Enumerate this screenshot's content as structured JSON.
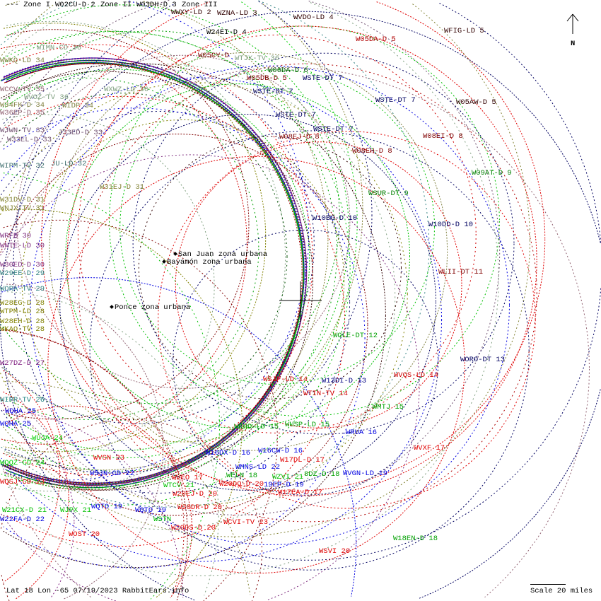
{
  "legend": [
    "--- Zone I",
    "W02CU-D 2",
    "Zone II",
    "W03DH-D 3",
    "Zone III"
  ],
  "compass": "N",
  "footer": {
    "info": "Lat 18 Lon -65 07/19/2023 RabbitEars.info",
    "scale": "Scale 20 miles"
  },
  "cities": [
    "San Juan zona urbana",
    "Bayamón zona urbana",
    "Ponce zona urbana"
  ],
  "stations": [
    {
      "label": "WWXY-LD 2",
      "color": "#300000"
    },
    {
      "label": "WZNA-LD 3",
      "color": "#300000"
    },
    {
      "label": "WVDO-LD 4",
      "color": "#300000"
    },
    {
      "label": "WFIG-LD 5",
      "color": "#300000"
    },
    {
      "label": "W24EI-D 4",
      "color": "#000000"
    },
    {
      "label": "W05DA-D 5",
      "color": "#b00000"
    },
    {
      "label": "WIMN-CD 36",
      "color": "#7f9f7f"
    },
    {
      "label": "W05CY-D",
      "color": "#800000"
    },
    {
      "label": "WTJX-TV 36",
      "color": "#7f9f7f"
    },
    {
      "label": "WWKQ-LD 34",
      "color": "#808040"
    },
    {
      "label": "W06DA-D 6",
      "color": "#005000"
    },
    {
      "label": "W05DB-D 5",
      "color": "#800000"
    },
    {
      "label": "WSTE-DT 7",
      "color": "#000060"
    },
    {
      "label": "WCCV-TV 35",
      "color": "#906070"
    },
    {
      "label": "WXWZ-LD 36",
      "color": "#7f9f7f"
    },
    {
      "label": "WVOZ-TV 36",
      "color": "#7f9f7f"
    },
    {
      "label": "WSTE-DT 7",
      "color": "#000060"
    },
    {
      "label": "W34FK-D 34",
      "color": "#808040"
    },
    {
      "label": "WSTE-DT 7",
      "color": "#000060"
    },
    {
      "label": "W05AW-D 5",
      "color": "#300000"
    },
    {
      "label": "WIDP 34",
      "color": "#808040"
    },
    {
      "label": "W36EP-D 35",
      "color": "#906070"
    },
    {
      "label": "WSTE-DT 7",
      "color": "#000060"
    },
    {
      "label": "WSTE-DT 7",
      "color": "#000060"
    },
    {
      "label": "WJWN-TV 33",
      "color": "#705070"
    },
    {
      "label": "W33EL-D 33",
      "color": "#705070"
    },
    {
      "label": "J33ED-D 33",
      "color": "#705070"
    },
    {
      "label": "W08EJ-D 8",
      "color": "#800000"
    },
    {
      "label": "W08EI-D 8",
      "color": "#800000"
    },
    {
      "label": "W08EH-D 8",
      "color": "#800000"
    },
    {
      "label": "WIPM-TV 32",
      "color": "#407070"
    },
    {
      "label": "JU-LD 32",
      "color": "#407070"
    },
    {
      "label": "W09AT-D 9",
      "color": "#008000"
    },
    {
      "label": "W31EJ-D 31",
      "color": "#808030"
    },
    {
      "label": "WSUR-DT 9",
      "color": "#008000"
    },
    {
      "label": "W31DV-D 31",
      "color": "#808030"
    },
    {
      "label": "WNJX-TV 31",
      "color": "#808030"
    },
    {
      "label": "W10BG-D 10",
      "color": "#000060"
    },
    {
      "label": "W10DD-D 10",
      "color": "#000060"
    },
    {
      "label": "WRFB 30",
      "color": "#803080"
    },
    {
      "label": "WNTE-LD 30",
      "color": "#803080"
    },
    {
      "label": "W30ED-D 30",
      "color": "#803080"
    },
    {
      "label": "W29EE-D 29",
      "color": "#308080"
    },
    {
      "label": "WLII-DT 11",
      "color": "#800000"
    },
    {
      "label": "WORA-TV 29",
      "color": "#308080"
    },
    {
      "label": "W28EG-D 28",
      "color": "#808000"
    },
    {
      "label": "WTPM-LD 28",
      "color": "#808000"
    },
    {
      "label": "W28EH-D 28",
      "color": "#808000"
    },
    {
      "label": "WKAQ-TV 28",
      "color": "#808000"
    },
    {
      "label": "WOLE-DT 12",
      "color": "#00a000"
    },
    {
      "label": "WORO-DT 13",
      "color": "#000060"
    },
    {
      "label": "W27DZ-D 27",
      "color": "#802080"
    },
    {
      "label": "WSJP-LD 14",
      "color": "#d00000"
    },
    {
      "label": "W13DI-D 13",
      "color": "#000080"
    },
    {
      "label": "WVQS-LD 14",
      "color": "#d00000"
    },
    {
      "label": "WTIN-TV 14",
      "color": "#d00000"
    },
    {
      "label": "WIPR-TV 26",
      "color": "#208080"
    },
    {
      "label": "WMTJ 15",
      "color": "#00a000"
    },
    {
      "label": "WQHA 25",
      "color": "#0000e0"
    },
    {
      "label": "WQHA 25",
      "color": "#0000e0"
    },
    {
      "label": "WKHD-LD 15",
      "color": "#00a000"
    },
    {
      "label": "WUSP-LD 15",
      "color": "#00a000"
    },
    {
      "label": "WRUA 16",
      "color": "#0000e0"
    },
    {
      "label": "WUJA 24",
      "color": "#00d000"
    },
    {
      "label": "WVXF 17",
      "color": "#e00000"
    },
    {
      "label": "W16DX-D 16",
      "color": "#0000e0"
    },
    {
      "label": "W16CW-D 16",
      "color": "#0000e0"
    },
    {
      "label": "WVSN 23",
      "color": "#e00000"
    },
    {
      "label": "W17DL-D 17",
      "color": "#e00000"
    },
    {
      "label": "WQQZ-CD 24",
      "color": "#00d000"
    },
    {
      "label": "WMNS-LD 22",
      "color": "#0000e0"
    },
    {
      "label": "WSJN-CD 22",
      "color": "#0000e0"
    },
    {
      "label": "WELN 18",
      "color": "#00a000"
    },
    {
      "label": "8DZ-D 18",
      "color": "#00a000"
    },
    {
      "label": "WVGN-LD 19",
      "color": "#0000e0"
    },
    {
      "label": "WVEO 17",
      "color": "#e00000"
    },
    {
      "label": "WZVI 21",
      "color": "#00c000"
    },
    {
      "label": "W20DQ-D 20",
      "color": "#e00000"
    },
    {
      "label": "WQSJ-CD 23",
      "color": "#e00000"
    },
    {
      "label": "WTCV 21",
      "color": "#00c000"
    },
    {
      "label": "19EP-D 19",
      "color": "#0000e0"
    },
    {
      "label": "W20EJ-D 20",
      "color": "#e00000"
    },
    {
      "label": "W17EA-D 17",
      "color": "#e00000"
    },
    {
      "label": "W21CX-D 21",
      "color": "#00c000"
    },
    {
      "label": "WJPX 21",
      "color": "#00c000"
    },
    {
      "label": "WQTO 19",
      "color": "#0000e0"
    },
    {
      "label": "WQTO 19",
      "color": "#0000e0"
    },
    {
      "label": "W20DR-D 20",
      "color": "#e00000"
    },
    {
      "label": "WSTN",
      "color": "#00c000"
    },
    {
      "label": "W20DS-D 20",
      "color": "#e00000"
    },
    {
      "label": "WCVI-TV 23",
      "color": "#e00000"
    },
    {
      "label": "W22FA-D 22",
      "color": "#0000e0"
    },
    {
      "label": "WOST 20",
      "color": "#e00000"
    },
    {
      "label": "W18EN-D 18",
      "color": "#00a000"
    },
    {
      "label": "WSVI 20",
      "color": "#e00000"
    }
  ]
}
